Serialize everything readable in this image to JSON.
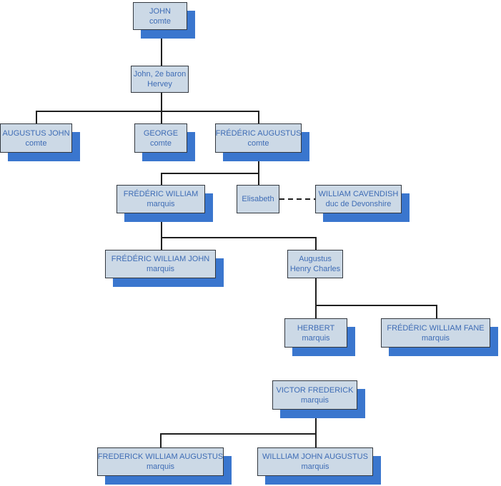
{
  "palette": {
    "page_background": "#ffffff",
    "node_fill": "#ccd9e6",
    "node_border": "#33383f",
    "node_text": "#3e6cb5",
    "node_shadow": "#3a76ce",
    "line_color": "#1f1f1f"
  },
  "nodes": {
    "john": {
      "name": "JOHN",
      "title": "comte"
    },
    "john_2e_baron": {
      "name": "John, 2e baron\nHervey"
    },
    "augustus_john": {
      "name": "AUGUSTUS JOHN",
      "title": "comte"
    },
    "george": {
      "name": "GEORGE",
      "title": "comte"
    },
    "frederic_augustus": {
      "name": "FRÉDÉRIC AUGUSTUS",
      "title": "comte"
    },
    "frederic_william": {
      "name": "FRÉDÉRIC WILLIAM",
      "title": "marquis"
    },
    "elisabeth": {
      "name": "Elisabeth"
    },
    "william_cavendish": {
      "name": "WILLIAM CAVENDISH",
      "title": "duc de Devonshire"
    },
    "frederic_william_john": {
      "name": "FRÉDÉRIC WILLIAM JOHN",
      "title": "marquis"
    },
    "augustus_henry_charles": {
      "name": "Augustus\nHenry Charles"
    },
    "herbert": {
      "name": "HERBERT",
      "title": "marquis"
    },
    "frederic_william_fane": {
      "name": "FRÉDÉRIC WILLIAM FANE",
      "title": "marquis"
    },
    "victor_frederick": {
      "name": "VICTOR FREDERICK",
      "title": "marquis"
    },
    "frederick_william_augustus": {
      "name": "FREDERICK WILLIAM AUGUSTUS",
      "title": "marquis"
    },
    "willliam_john_augustus": {
      "name": "WILLLIAM JOHN AUGUSTUS",
      "title": "marquis"
    }
  }
}
